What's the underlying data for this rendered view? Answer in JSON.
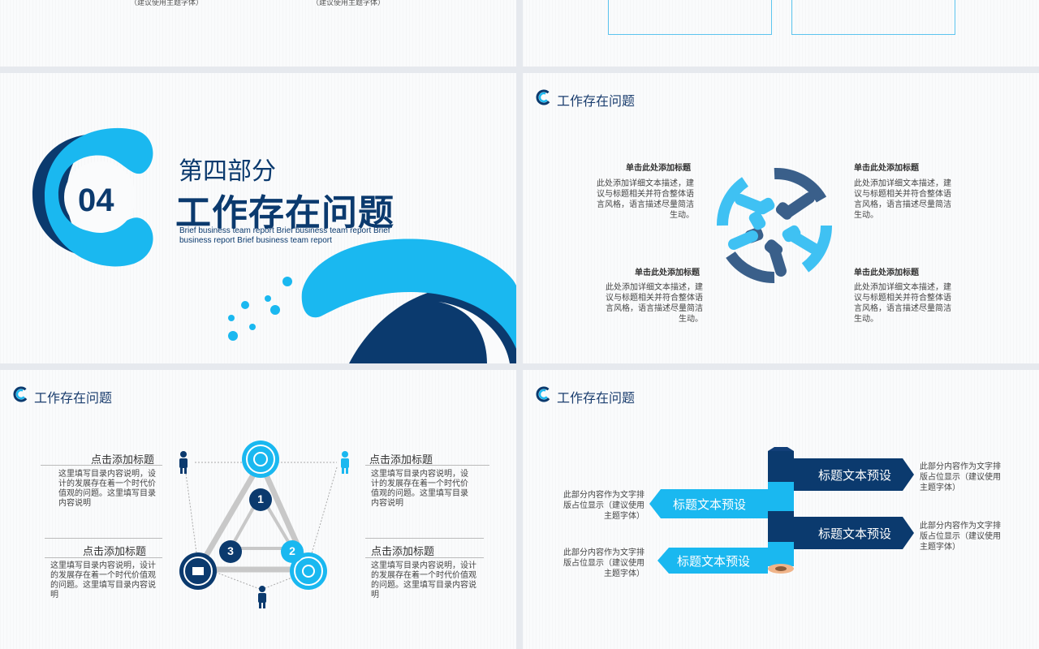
{
  "top_slides": {
    "left_captions": [
      "（建议使用主题字体）",
      "（建议使用主题字体）"
    ]
  },
  "section_slide": {
    "number": "04",
    "part": "第四部分",
    "title": "工作存在问题",
    "subtitle_lines": [
      "Brief business team report Brief business team report Brief",
      "business report Brief business team report"
    ]
  },
  "slide_header": "工作存在问题",
  "hands_slide": {
    "blocks": [
      {
        "title": "单击此处添加标题",
        "body": [
          "此处添加详细文本描述，建",
          "议与标题相关并符合整体语",
          "言风格，语言描述尽量简洁",
          "生动。"
        ]
      },
      {
        "title": "单击此处添加标题",
        "body": [
          "此处添加详细文本描述，建",
          "议与标题相关并符合整体语",
          "言风格，语言描述尽量简洁",
          "生动。"
        ]
      },
      {
        "title": "单击此处添加标题",
        "body": [
          "此处添加详细文本描述，建",
          "议与标题相关并符合整体语",
          "言风格，语言描述尽量简洁",
          "生动。"
        ]
      },
      {
        "title": "单击此处添加标题",
        "body": [
          "此处添加详细文本描述，建",
          "议与标题相关并符合整体语",
          "言风格，语言描述尽量简洁",
          "生动。"
        ]
      }
    ]
  },
  "triangle_slide": {
    "blocks": [
      {
        "title": "点击添加标题",
        "body": [
          "这里填写目录内容说明，设",
          "计的发展存在着一个时代价",
          "值观的问题。这里填写目录",
          "内容说明"
        ]
      },
      {
        "title": "点击添加标题",
        "body": [
          "这里填写目录内容说明，设",
          "计的发展存在着一个时代价",
          "值观的问题。这里填写目录",
          "内容说明"
        ]
      },
      {
        "title": "点击添加标题",
        "body": [
          "这里填写目录内容说明，设计",
          "的发展存在着一个时代价值观",
          "的问题。这里填写目录内容说",
          "明"
        ]
      },
      {
        "title": "点击添加标题",
        "body": [
          "这里填写目录内容说明，设计",
          "的发展存在着一个时代价值观",
          "的问题。这里填写目录内容说",
          "明"
        ]
      }
    ],
    "numbers": [
      "1",
      "2",
      "3"
    ]
  },
  "arrows_slide": {
    "arrows": [
      "标题文本预设",
      "标题文本预设",
      "标题文本预设",
      "标题文本预设"
    ],
    "notes": [
      [
        "此部分内容作为文字排",
        "版占位显示（建议使用",
        "主题字体）"
      ],
      [
        "此部分内容作为文字排",
        "版占位显示（建议使用",
        "主题字体）"
      ],
      [
        "此部分内容作为文字排",
        "版占位显示（建议使用",
        "主题字体）"
      ],
      [
        "此部分内容作为文字排",
        "版占位显示（建议使用",
        "主题字体）"
      ]
    ]
  },
  "colors": {
    "navy": "#0b3a6e",
    "cyan": "#1ab8f0",
    "accent": "#3fc1f3"
  }
}
